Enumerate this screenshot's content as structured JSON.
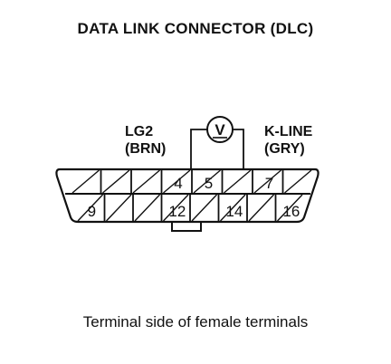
{
  "title": "DATA LINK CONNECTOR (DLC)",
  "caption": "Terminal side of female terminals",
  "labels": {
    "lg2_name": "LG2",
    "lg2_color": "(BRN)",
    "kline_name": "K-LINE",
    "kline_color": "(GRY)"
  },
  "meter_symbol": "V",
  "terminals": {
    "top_row": [
      "",
      "",
      "",
      "4",
      "5",
      "",
      "7",
      ""
    ],
    "bottom_row": [
      "9",
      "",
      "",
      "12",
      "",
      "14",
      "",
      "16"
    ]
  },
  "colors": {
    "ink": "#111111",
    "background": "#ffffff"
  }
}
